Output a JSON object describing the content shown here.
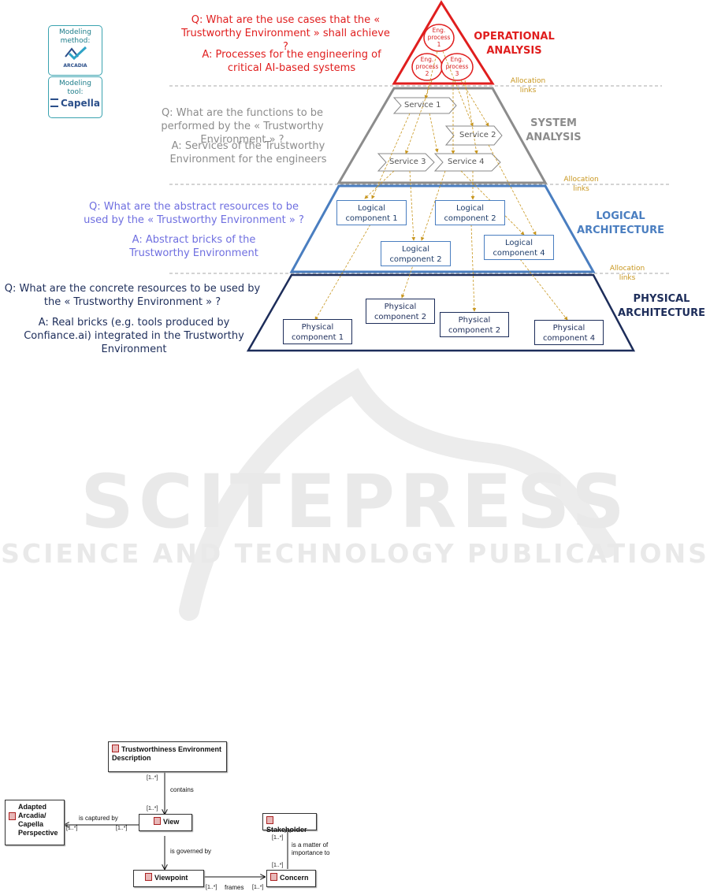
{
  "tool_panel": {
    "method_label": "Modeling method:",
    "method_name": "ARCADIA",
    "tool_label": "Modeling tool:",
    "tool_name": "Capella"
  },
  "levels": {
    "operational": {
      "question": "Q: What are the use cases that the « Trustworthy Environment » shall achieve ?",
      "answer": "A: Processes for the engineering of critical AI-based systems",
      "label": "OPERATIONAL ANALYSIS",
      "processes": [
        "Eng. process 1",
        "Eng. process 2",
        "Eng. process 3"
      ]
    },
    "system": {
      "question": "Q: What are the functions to be performed by the « Trustworthy Environment » ?",
      "answer": "A: Services of the Trustworthy Environment for the engineers",
      "label": "SYSTEM ANALYSIS",
      "services": [
        "Service 1",
        "Service 2",
        "Service 3",
        "Service 4"
      ]
    },
    "logical": {
      "question": "Q: What are the abstract resources to be used by the « Trustworthy Environment » ?",
      "answer": "A: Abstract bricks of the Trustworthy Environment",
      "label": "LOGICAL ARCHITECTURE",
      "components": [
        "Logical component 1",
        "Logical component 2",
        "Logical component 2",
        "Logical component 4"
      ]
    },
    "physical": {
      "question": "Q: What are the concrete resources to be used by the « Trustworthy Environment » ?",
      "answer": "A: Real bricks (e.g. tools produced by Confiance.ai) integrated in the Trustworthy Environment",
      "label": "PHYSICAL ARCHITECTURE",
      "components": [
        "Physical component 1",
        "Physical component 2",
        "Physical component 2",
        "Physical component 4"
      ]
    }
  },
  "allocation_label": "Allocation links",
  "watermark": {
    "main": "SCITEPRESS",
    "sub": "SCIENCE AND TECHNOLOGY PUBLICATIONS"
  },
  "uml": {
    "classes": {
      "description": "Trustworthiness Environment Description",
      "view": "View",
      "perspective": "Adapted Arcadia/ Capella Perspective",
      "stakeholder": "Stakeholder",
      "viewpoint": "Viewpoint",
      "concern": "Concern"
    },
    "relations": {
      "contains": "contains",
      "captured": "is captured by",
      "governed": "is governed by",
      "frames": "frames",
      "matter": "is a matter of importance to"
    },
    "multiplicity": "[1..*]"
  },
  "colors": {
    "operational": "#e01e1e",
    "system": "#8c8c8c",
    "logical": "#4a7ec0",
    "physical": "#1d2d5a",
    "logical_text": "#6f6fe0",
    "allocation": "#c8961e"
  }
}
